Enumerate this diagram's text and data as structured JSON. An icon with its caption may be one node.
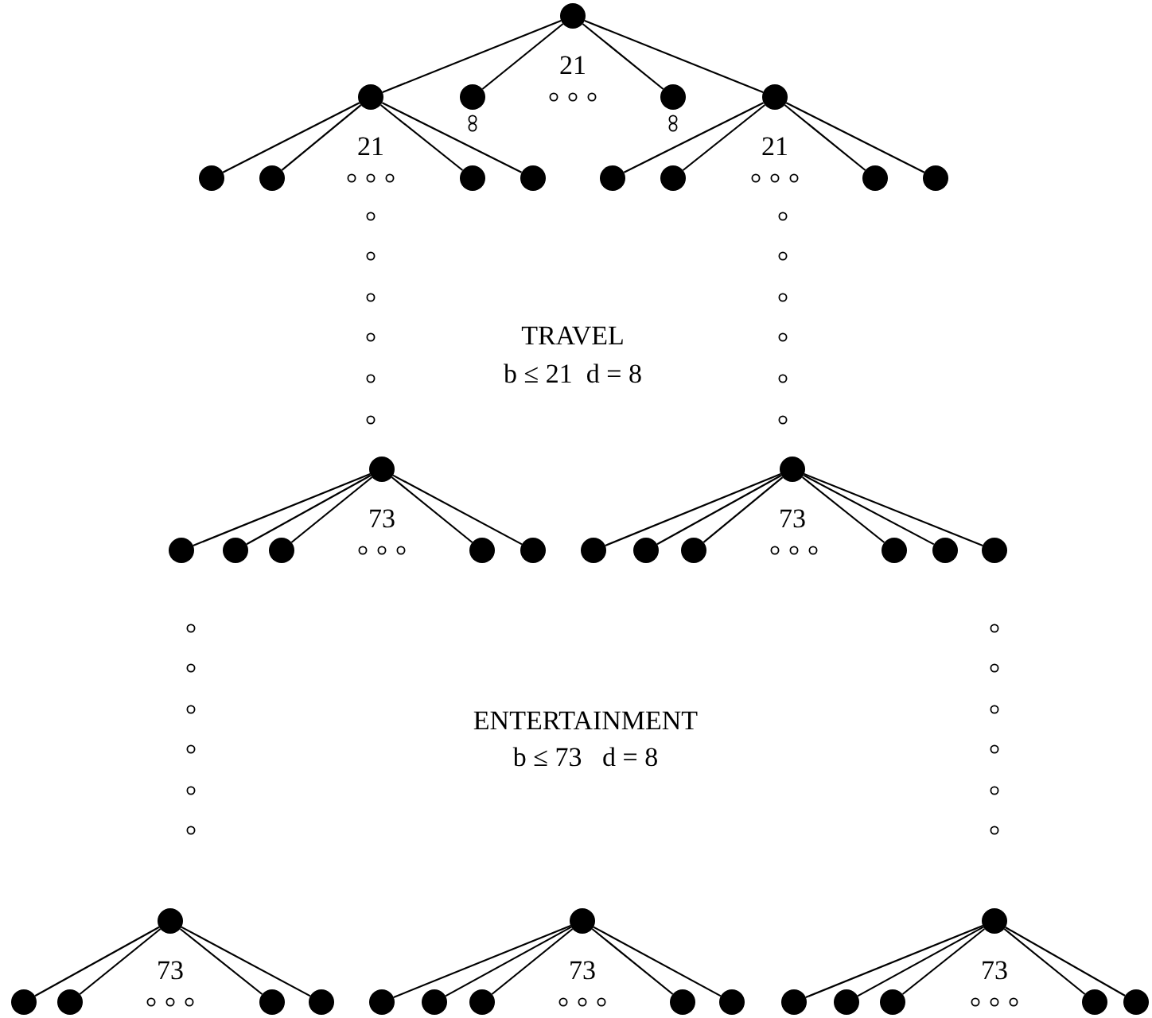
{
  "diagram": {
    "nodes": [
      {
        "text": [],
        "shape": "circle"
      },
      {
        "text": [],
        "shape": "circle"
      },
      {
        "text": [],
        "shape": "circle"
      },
      {
        "text": [],
        "shape": "circle"
      },
      {
        "text": [],
        "shape": "circle"
      },
      {
        "text": [],
        "shape": "circle"
      },
      {
        "text": [],
        "shape": "circle"
      },
      {
        "text": [],
        "shape": "circle"
      },
      {
        "text": [],
        "shape": "circle"
      },
      {
        "text": [],
        "shape": "circle"
      },
      {
        "text": [],
        "shape": "circle"
      },
      {
        "text": [],
        "shape": "circle"
      },
      {
        "text": [],
        "shape": "circle"
      },
      {
        "text": [],
        "shape": "circle"
      },
      {
        "text": [],
        "shape": "circle"
      },
      {
        "text": [],
        "shape": "circle"
      },
      {
        "text": [],
        "shape": "circle"
      },
      {
        "text": [],
        "shape": "circle"
      },
      {
        "text": [],
        "shape": "circle"
      },
      {
        "text": [],
        "shape": "circle"
      },
      {
        "text": [],
        "shape": "circle"
      },
      {
        "text": [],
        "shape": "circle"
      },
      {
        "text": [],
        "shape": "circle"
      },
      {
        "text": [],
        "shape": "circle"
      },
      {
        "text": [],
        "shape": "circle"
      },
      {
        "text": [],
        "shape": "circle"
      },
      {
        "text": [],
        "shape": "circle"
      },
      {
        "text": [],
        "shape": "circle"
      },
      {
        "text": [],
        "shape": "circle"
      },
      {
        "text": [],
        "shape": "circle"
      },
      {
        "text": [],
        "shape": "circle"
      },
      {
        "text": [],
        "shape": "circle"
      },
      {
        "text": [],
        "shape": "circle"
      },
      {
        "text": [],
        "shape": "circle"
      },
      {
        "text": [],
        "shape": "circle"
      },
      {
        "text": [],
        "shape": "circle"
      },
      {
        "text": [],
        "shape": "circle"
      },
      {
        "text": [],
        "shape": "circle"
      },
      {
        "text": [],
        "shape": "circle"
      },
      {
        "text": [],
        "shape": "circle"
      },
      {
        "text": [],
        "shape": "circle"
      },
      {
        "text": [],
        "shape": "circle"
      },
      {
        "text": [],
        "shape": "circle"
      }
    ],
    "edges": [
      {
        "from": 0,
        "to": 1,
        "arrow": "none"
      },
      {
        "from": 0,
        "to": 2,
        "arrow": "none"
      },
      {
        "from": 0,
        "to": 3,
        "arrow": "none"
      },
      {
        "from": 0,
        "to": 4,
        "arrow": "none"
      },
      {
        "from": 1,
        "to": 5,
        "arrow": "none"
      },
      {
        "from": 1,
        "to": 6,
        "arrow": "none"
      },
      {
        "from": 1,
        "to": 7,
        "arrow": "none"
      },
      {
        "from": 1,
        "to": 8,
        "arrow": "none"
      },
      {
        "from": 4,
        "to": 9,
        "arrow": "none"
      },
      {
        "from": 4,
        "to": 10,
        "arrow": "none"
      },
      {
        "from": 4,
        "to": 11,
        "arrow": "none"
      },
      {
        "from": 4,
        "to": 12,
        "arrow": "none"
      },
      {
        "from": 13,
        "to": 15,
        "arrow": "none"
      },
      {
        "from": 13,
        "to": 16,
        "arrow": "none"
      },
      {
        "from": 13,
        "to": 17,
        "arrow": "none"
      },
      {
        "from": 13,
        "to": 18,
        "arrow": "none"
      },
      {
        "from": 13,
        "to": 19,
        "arrow": "none"
      },
      {
        "from": 14,
        "to": 20,
        "arrow": "none"
      },
      {
        "from": 14,
        "to": 21,
        "arrow": "none"
      },
      {
        "from": 14,
        "to": 22,
        "arrow": "none"
      },
      {
        "from": 14,
        "to": 23,
        "arrow": "none"
      },
      {
        "from": 14,
        "to": 24,
        "arrow": "none"
      },
      {
        "from": 14,
        "to": 25,
        "arrow": "none"
      },
      {
        "from": 26,
        "to": 29,
        "arrow": "none"
      },
      {
        "from": 26,
        "to": 30,
        "arrow": "none"
      },
      {
        "from": 26,
        "to": 31,
        "arrow": "none"
      },
      {
        "from": 26,
        "to": 32,
        "arrow": "none"
      },
      {
        "from": 27,
        "to": 33,
        "arrow": "none"
      },
      {
        "from": 27,
        "to": 34,
        "arrow": "none"
      },
      {
        "from": 27,
        "to": 35,
        "arrow": "none"
      },
      {
        "from": 27,
        "to": 36,
        "arrow": "none"
      },
      {
        "from": 27,
        "to": 37,
        "arrow": "none"
      },
      {
        "from": 28,
        "to": 38,
        "arrow": "none"
      },
      {
        "from": 28,
        "to": 39,
        "arrow": "none"
      },
      {
        "from": 28,
        "to": 40,
        "arrow": "none"
      },
      {
        "from": 28,
        "to": 41,
        "arrow": "none"
      },
      {
        "from": 28,
        "to": 42,
        "arrow": "none"
      }
    ],
    "labels": [
      "21",
      "21",
      "21",
      "TRAVEL",
      "b ≤ 21  d = 8",
      "73",
      "73",
      "ENTERTAINMENT",
      "b ≤ 73   d = 8",
      "73",
      "73",
      "73"
    ]
  }
}
